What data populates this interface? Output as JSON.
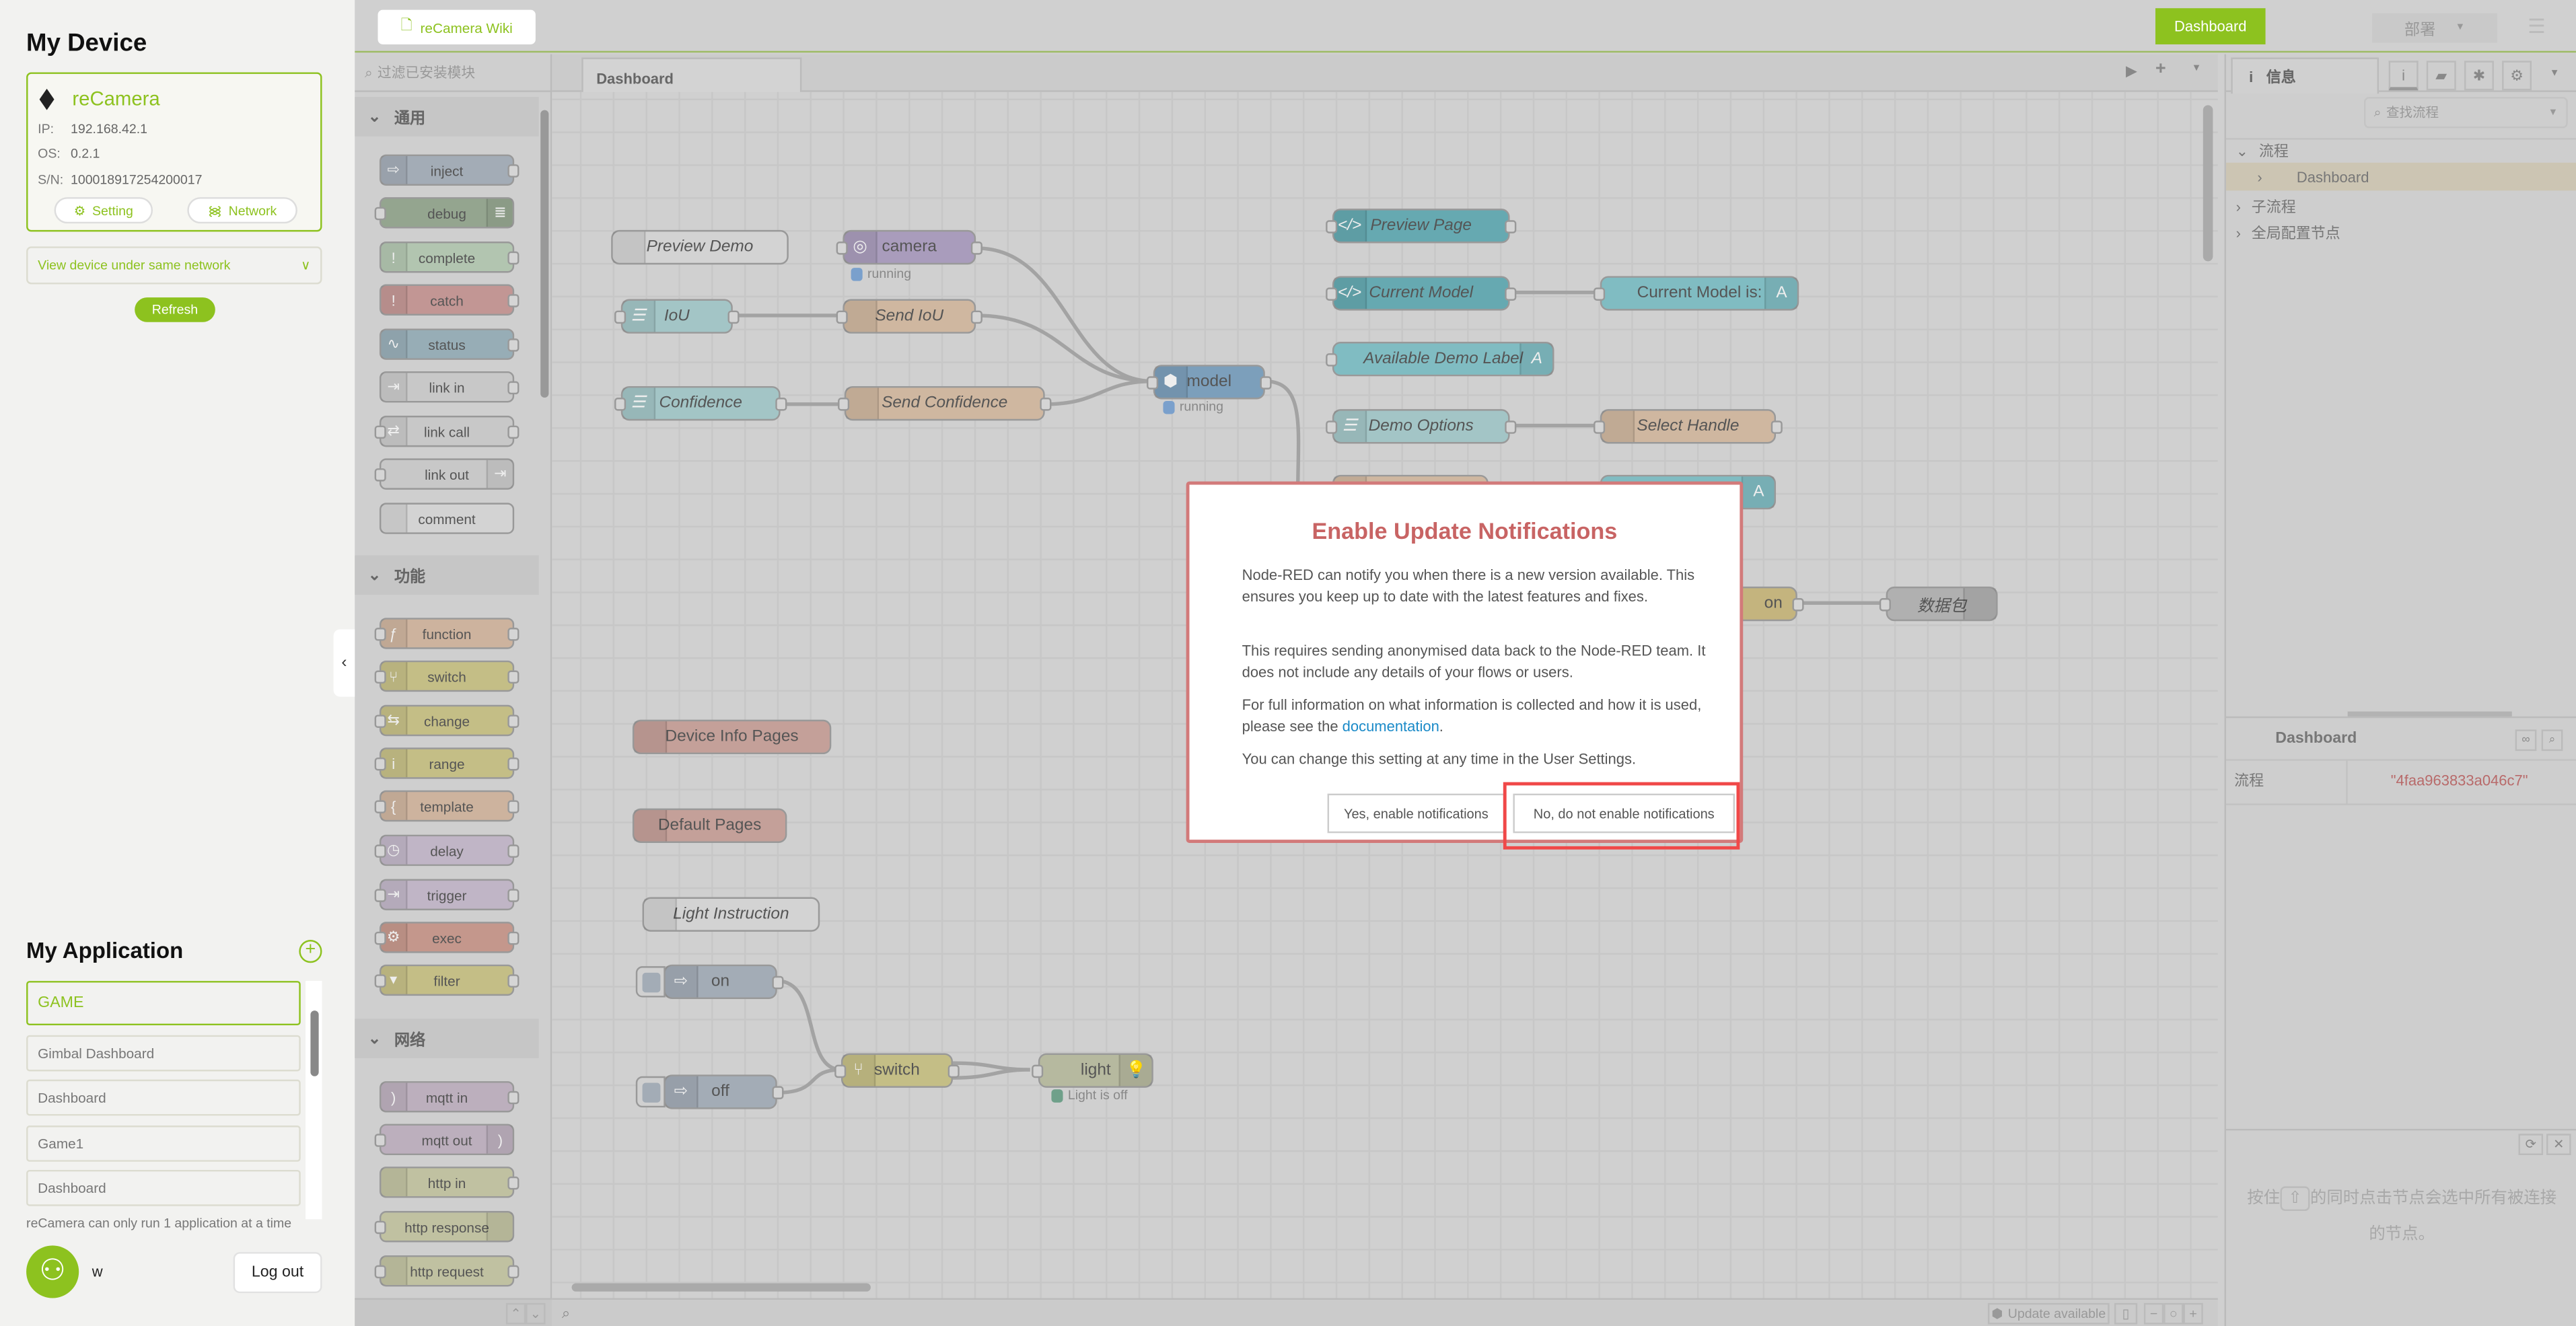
{
  "left": {
    "device_title": "My Device",
    "device": {
      "name": "reCamera",
      "ip_label": "IP:",
      "ip": "192.168.42.1",
      "os_label": "OS:",
      "os": "0.2.1",
      "sn_label": "S/N:",
      "sn": "100018917254200017"
    },
    "setting_label": "Setting",
    "network_label": "Network",
    "view_device_label": "View device under same network",
    "refresh_label": "Refresh",
    "app_title": "My Application",
    "apps": [
      "GAME",
      "Gimbal Dashboard",
      "Dashboard",
      "Game1",
      "Dashboard"
    ],
    "app_note": "reCamera can only run 1 application at a time",
    "user": "w",
    "logout_label": "Log out"
  },
  "top": {
    "wiki_label": "reCamera Wiki",
    "dashboard_label": "Dashboard",
    "deploy_label": "部署"
  },
  "palette": {
    "filter_placeholder": "过滤已安装模块",
    "categories": [
      {
        "label": "通用",
        "nodes": [
          {
            "label": "inject",
            "color": "#a3acb6",
            "icon": "⇨"
          },
          {
            "label": "debug",
            "color": "#94a58f",
            "icon": "≣"
          },
          {
            "label": "complete",
            "color": "#b2c5b0",
            "icon": "!"
          },
          {
            "label": "catch",
            "color": "#c29694",
            "icon": "!"
          },
          {
            "label": "status",
            "color": "#97adb6",
            "icon": "∿"
          },
          {
            "label": "link in",
            "color": "#c8c8c8",
            "icon": "⇥"
          },
          {
            "label": "link call",
            "color": "#c8c8c8",
            "icon": "⇄"
          },
          {
            "label": "link out",
            "color": "#c8c8c8",
            "icon": "⇥"
          },
          {
            "label": "comment",
            "color": "#d3d3d3",
            "icon": ""
          }
        ]
      },
      {
        "label": "功能",
        "nodes": [
          {
            "label": "function",
            "color": "#cdb39e",
            "icon": "ƒ"
          },
          {
            "label": "switch",
            "color": "#c4be86",
            "icon": "⑂"
          },
          {
            "label": "change",
            "color": "#c4be86",
            "icon": "⇆"
          },
          {
            "label": "range",
            "color": "#c4be86",
            "icon": "i"
          },
          {
            "label": "template",
            "color": "#cdb39e",
            "icon": "{"
          },
          {
            "label": "delay",
            "color": "#c0b5c6",
            "icon": "◷"
          },
          {
            "label": "trigger",
            "color": "#c0b5c6",
            "icon": "⇥"
          },
          {
            "label": "exec",
            "color": "#c4978c",
            "icon": "⚙"
          },
          {
            "label": "filter",
            "color": "#c4be86",
            "icon": "▾"
          }
        ]
      },
      {
        "label": "网络",
        "nodes": [
          {
            "label": "mqtt in",
            "color": "#bcafbd",
            "icon": ")"
          },
          {
            "label": "mqtt out",
            "color": "#bcafbd",
            "icon": ")"
          },
          {
            "label": "http in",
            "color": "#c0c1a1",
            "icon": ""
          },
          {
            "label": "http response",
            "color": "#c0c1a1",
            "icon": ""
          },
          {
            "label": "http request",
            "color": "#c0c1a1",
            "icon": ""
          }
        ]
      }
    ]
  },
  "workspace": {
    "tab": "Dashboard",
    "nodes": [
      {
        "label": "Preview Demo",
        "color": "#d3d3d3",
        "icon": ""
      },
      {
        "label": "camera",
        "color": "#a99cbc",
        "icon": "◎"
      },
      {
        "label": "IoU",
        "color": "#a3c5c6",
        "icon": "☰"
      },
      {
        "label": "Send IoU",
        "color": "#cfb7a0",
        "icon": ""
      },
      {
        "label": "Confidence",
        "color": "#a3c5c6",
        "icon": "☰"
      },
      {
        "label": "Send Confidence",
        "color": "#cfb7a0",
        "icon": ""
      },
      {
        "label": "model",
        "color": "#7c9fbb",
        "icon": "⬢"
      },
      {
        "label": "Preview Page",
        "color": "#66a9b1",
        "icon": "</>"
      },
      {
        "label": "Current Model",
        "color": "#66a9b1",
        "icon": "</>"
      },
      {
        "label": "Current Model is:",
        "color": "#80bcc2",
        "icon": "A"
      },
      {
        "label": "Available Demo Label",
        "color": "#80bcc2",
        "icon": "A"
      },
      {
        "label": "Demo Options",
        "color": "#a3c5c6",
        "icon": "☰"
      },
      {
        "label": "Select Handle",
        "color": "#cfb7a0",
        "icon": ""
      },
      {
        "label": "",
        "color": "#cfb7a0",
        "icon": ""
      },
      {
        "label": "",
        "color": "#80bcc2",
        "icon": "A"
      },
      {
        "label": "on",
        "color": "#c4b47e",
        "icon": ""
      },
      {
        "label": "数据包",
        "color": "#b0b0b0",
        "icon": ""
      },
      {
        "label": "Device Info Pages",
        "color": "#c4a099",
        "icon": ""
      },
      {
        "label": "Default Pages",
        "color": "#c4a099",
        "icon": ""
      },
      {
        "label": "Light Instruction",
        "color": "#d3d3d3",
        "icon": ""
      },
      {
        "label": "on",
        "color": "#a3acb6",
        "icon": "⇨"
      },
      {
        "label": "off",
        "color": "#a3acb6",
        "icon": "⇨"
      },
      {
        "label": "switch",
        "color": "#c4be86",
        "icon": "⑂"
      },
      {
        "label": "light",
        "color": "#b6b99f",
        "icon": "💡"
      }
    ],
    "statuses": [
      {
        "text": "running",
        "color": "#7aa0cc"
      },
      {
        "text": "running",
        "color": "#7aa0cc"
      },
      {
        "text": "Light is off",
        "color": "#6fa08a"
      }
    ],
    "update_label": "Update available"
  },
  "dialog": {
    "title": "Enable Update Notifications",
    "p1": "Node-RED can notify you when there is a new version available. This ensures you keep up to date with the latest features and fixes.",
    "p2": "This requires sending anonymised data back to the Node-RED team. It does not include any details of your flows or users.",
    "p3_pre": "For full information on what information is collected and how it is used, please see the ",
    "p3_link": "documentation",
    "p3_post": ".",
    "p4": "You can change this setting at any time in the User Settings.",
    "yes_label": "Yes, enable notifications",
    "no_label": "No, do not enable notifications"
  },
  "right": {
    "tab_label": "信息",
    "search_placeholder": "查找流程",
    "tree": {
      "flows": "流程",
      "flow_item": "Dashboard",
      "subflows": "子流程",
      "global": "全局配置节点"
    },
    "info_title": "Dashboard",
    "prop_key": "流程",
    "prop_value": "\"4faa963833a046c7\"",
    "help_pre": "按住",
    "help_key": "⇧",
    "help_post": "的同时点击节点会选中所有被连接的节点。"
  },
  "colors": {
    "accent": "#8dc21f",
    "dialog_title": "#c86464",
    "highlight": "#f04848",
    "link": "#1a8ac8"
  }
}
